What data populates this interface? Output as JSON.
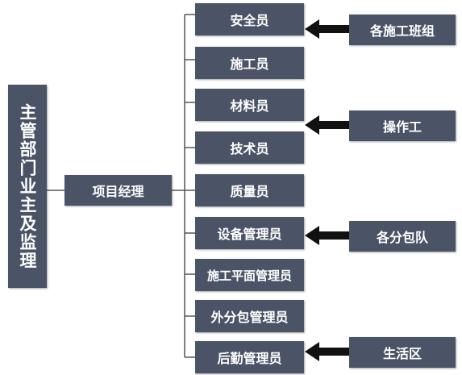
{
  "top_node": "主管部门业主及监理",
  "manager": "项目经理",
  "staff": [
    "安全员",
    "施工员",
    "材料员",
    "技术员",
    "质量员",
    "设备管理员",
    "施工平面管理员",
    "外分包管理员",
    "后勤管理员"
  ],
  "groups": [
    "各施工班组",
    "操作工",
    "各分包队",
    "生活区"
  ],
  "colors": {
    "box": "#4a5466",
    "line": "#555555",
    "arrow": "#111111"
  }
}
